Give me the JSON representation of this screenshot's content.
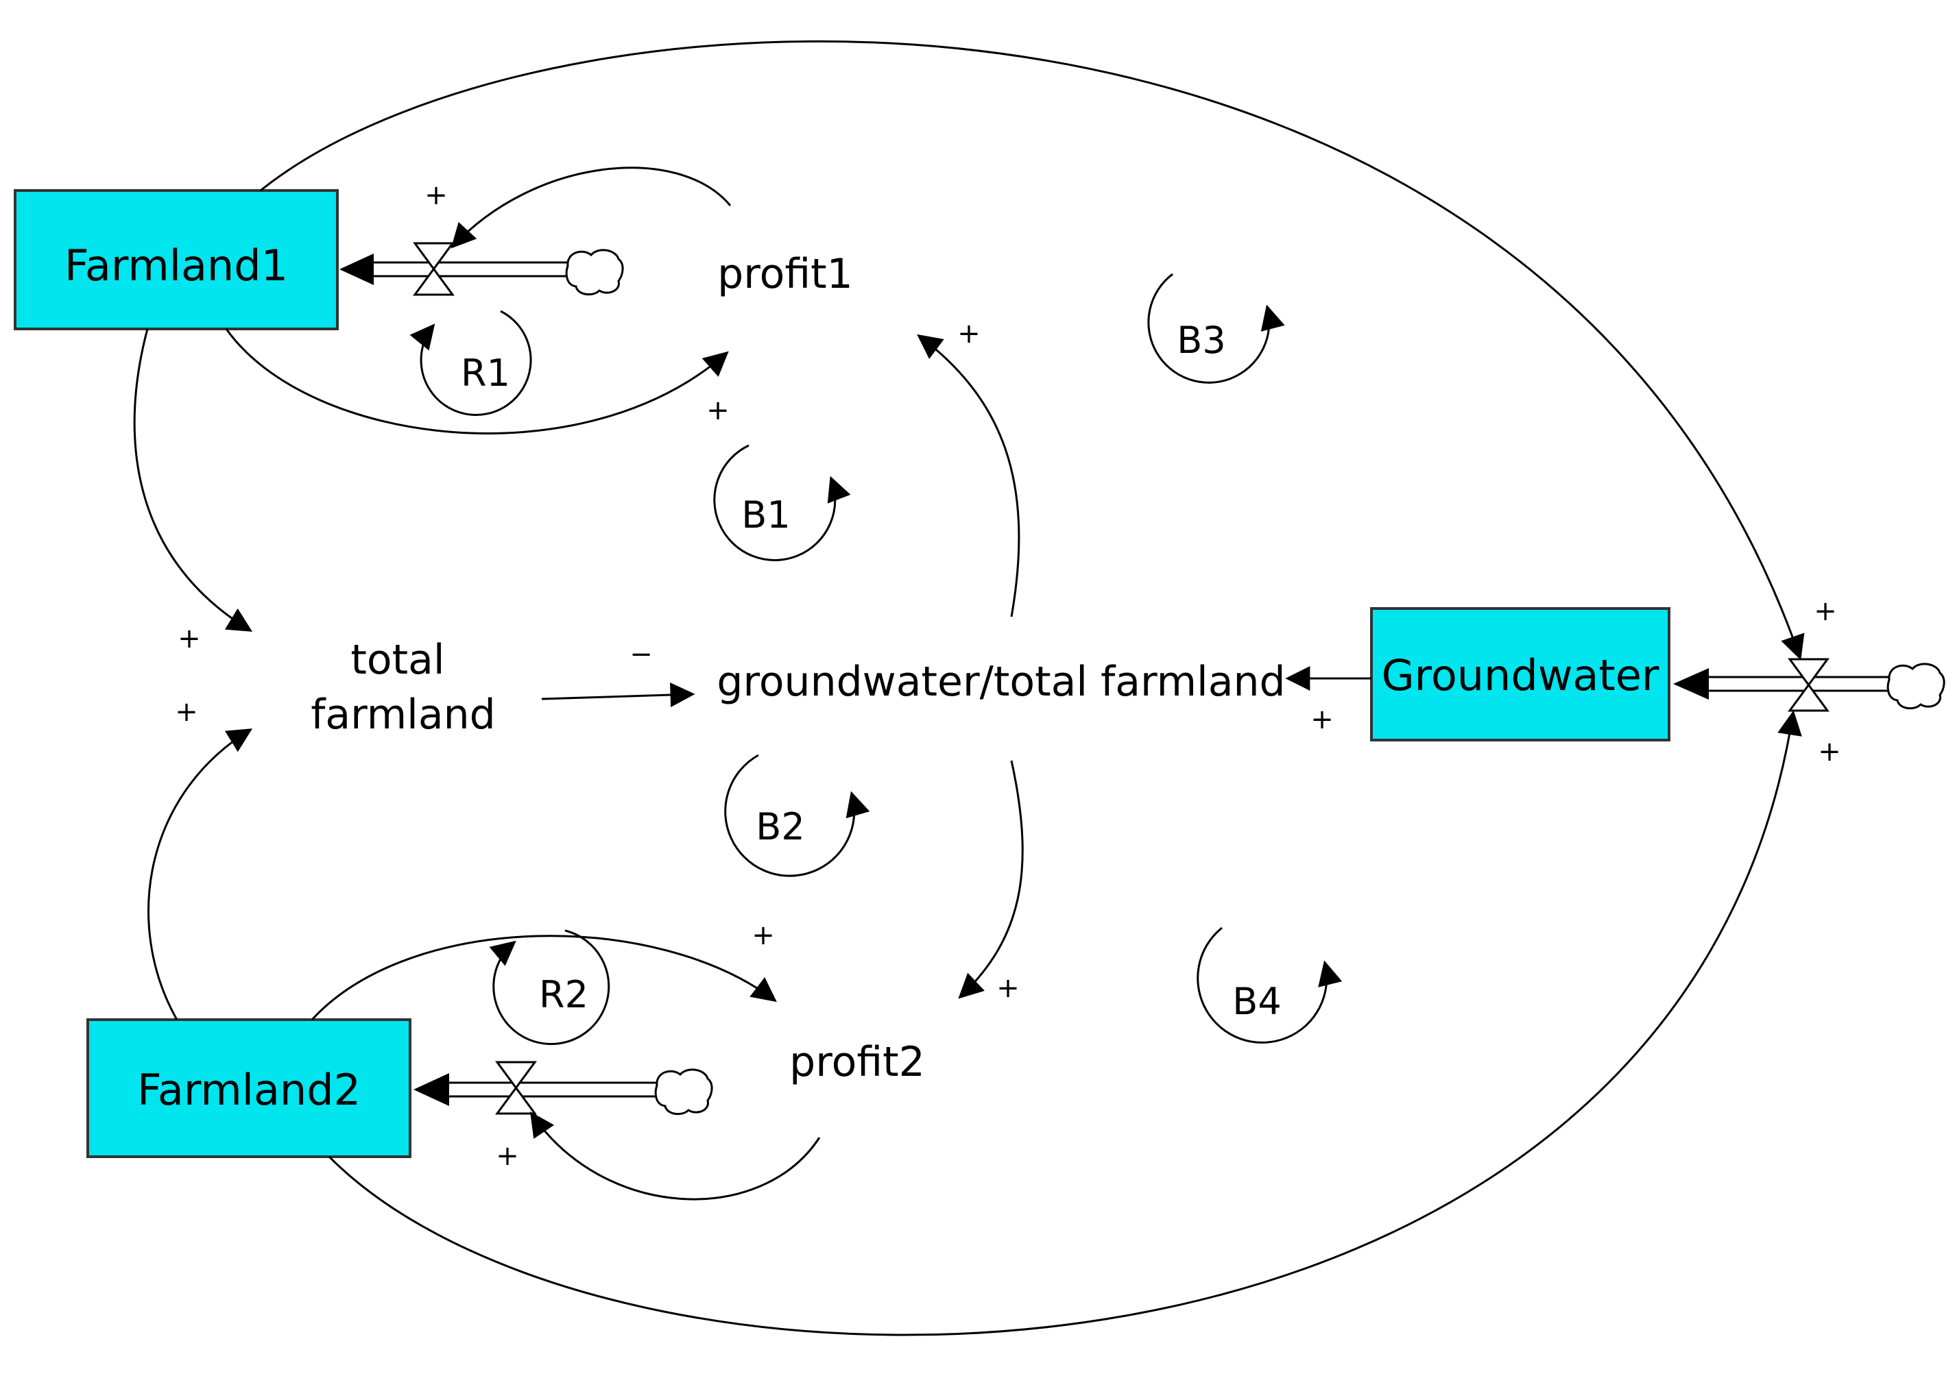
{
  "colors": {
    "stock_fill": "#00e5ee",
    "line": "#000000",
    "background": "#ffffff"
  },
  "stocks": {
    "farmland1": "Farmland1",
    "farmland2": "Farmland2",
    "groundwater": "Groundwater"
  },
  "variables": {
    "profit1": "profit1",
    "profit2": "profit2",
    "total_farmland_line1": "total",
    "total_farmland_line2": "farmland",
    "ratio": "groundwater/total farmland"
  },
  "loops": {
    "r1": "R1",
    "r2": "R2",
    "b1": "B1",
    "b2": "B2",
    "b3": "B3",
    "b4": "B4"
  },
  "polarities": {
    "flow1_in": "+",
    "farmland1_profit1": "+",
    "profit1_ratio": "+",
    "total_from_f1": "+",
    "total_from_f2": "+",
    "total_ratio": "−",
    "groundwater_ratio": "+",
    "gw_flow_top": "+",
    "gw_flow_bottom": "+",
    "farmland2_profit2": "+",
    "ratio_profit2": "+",
    "flow2_in": "+"
  },
  "icons": [
    "cloud-icon",
    "valve-icon",
    "loop-arrow-icon"
  ]
}
